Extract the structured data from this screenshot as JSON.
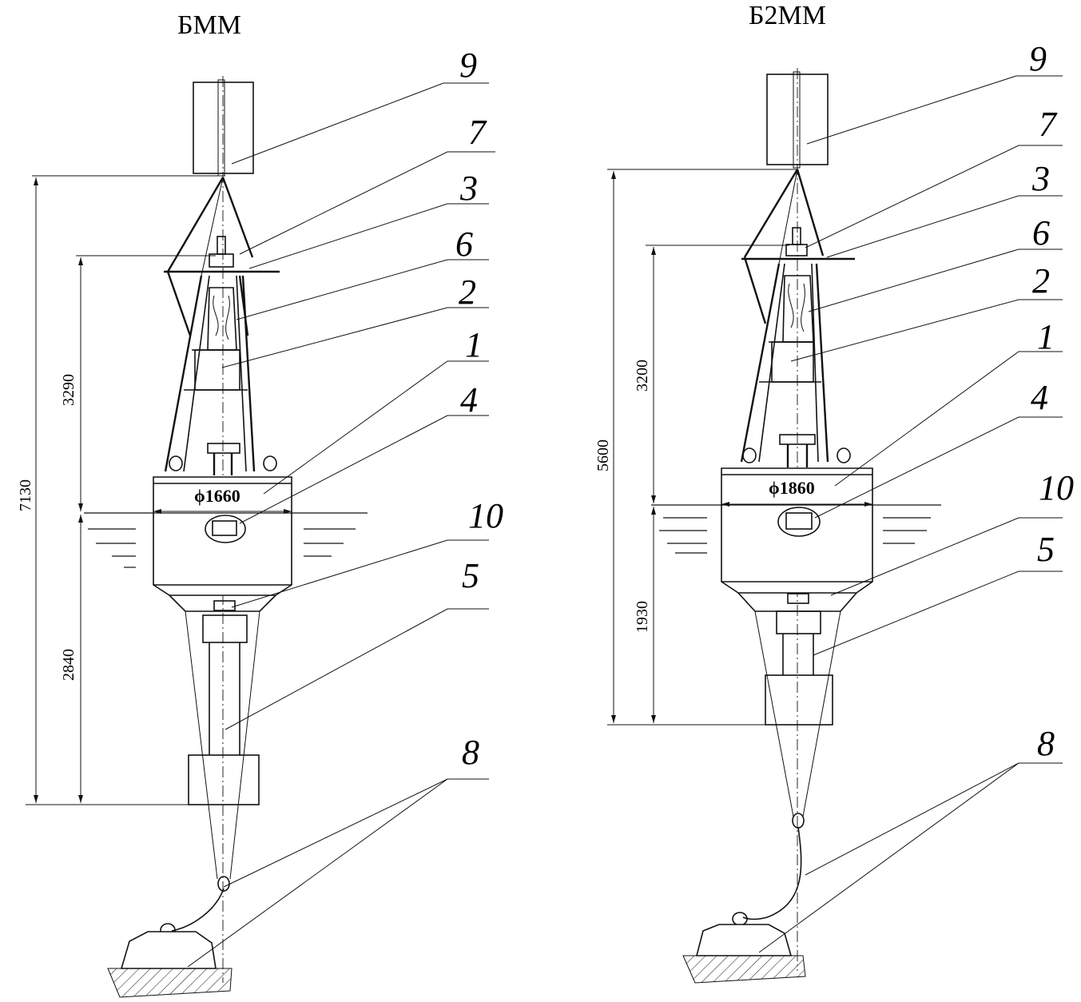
{
  "buoys": [
    {
      "title": "БММ",
      "callouts": [
        "9",
        "7",
        "3",
        "6",
        "2",
        "1",
        "4",
        "10",
        "5",
        "8"
      ],
      "dimensions": {
        "total": "7130",
        "upper": "3290",
        "lower": "2840",
        "diameter": "ϕ1660"
      }
    },
    {
      "title": "Б2ММ",
      "callouts": [
        "9",
        "7",
        "3",
        "6",
        "2",
        "1",
        "4",
        "10",
        "5",
        "8"
      ],
      "dimensions": {
        "total": "5600",
        "upper": "3200",
        "lower": "1930",
        "diameter": "ϕ1860"
      }
    }
  ]
}
